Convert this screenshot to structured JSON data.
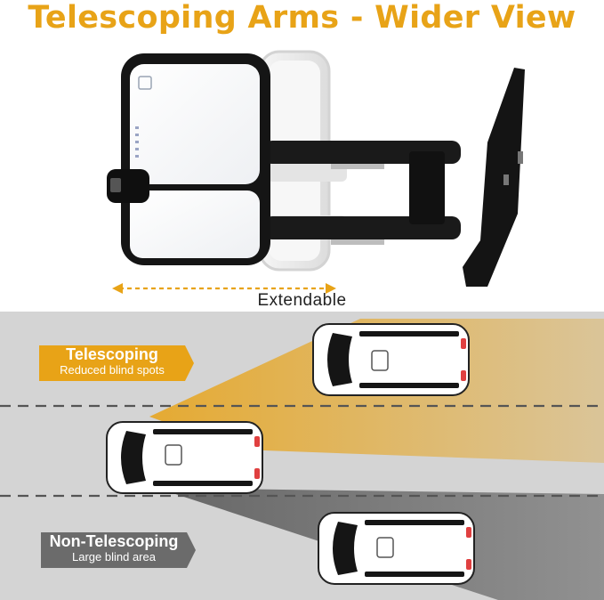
{
  "title": "Telescoping Arms - Wider View",
  "extend_label": "Extendable",
  "telescoping": {
    "label": "Telescoping",
    "sublabel": "Reduced blind spots"
  },
  "non_telescoping": {
    "label": "Non-Telescoping",
    "sublabel": "Large blind area"
  },
  "colors": {
    "accent": "#E8A317",
    "title": "#E8A317",
    "road": "#D4D4D4",
    "tag_dark": "#6B6B6B",
    "mirror_black": "#151515"
  }
}
